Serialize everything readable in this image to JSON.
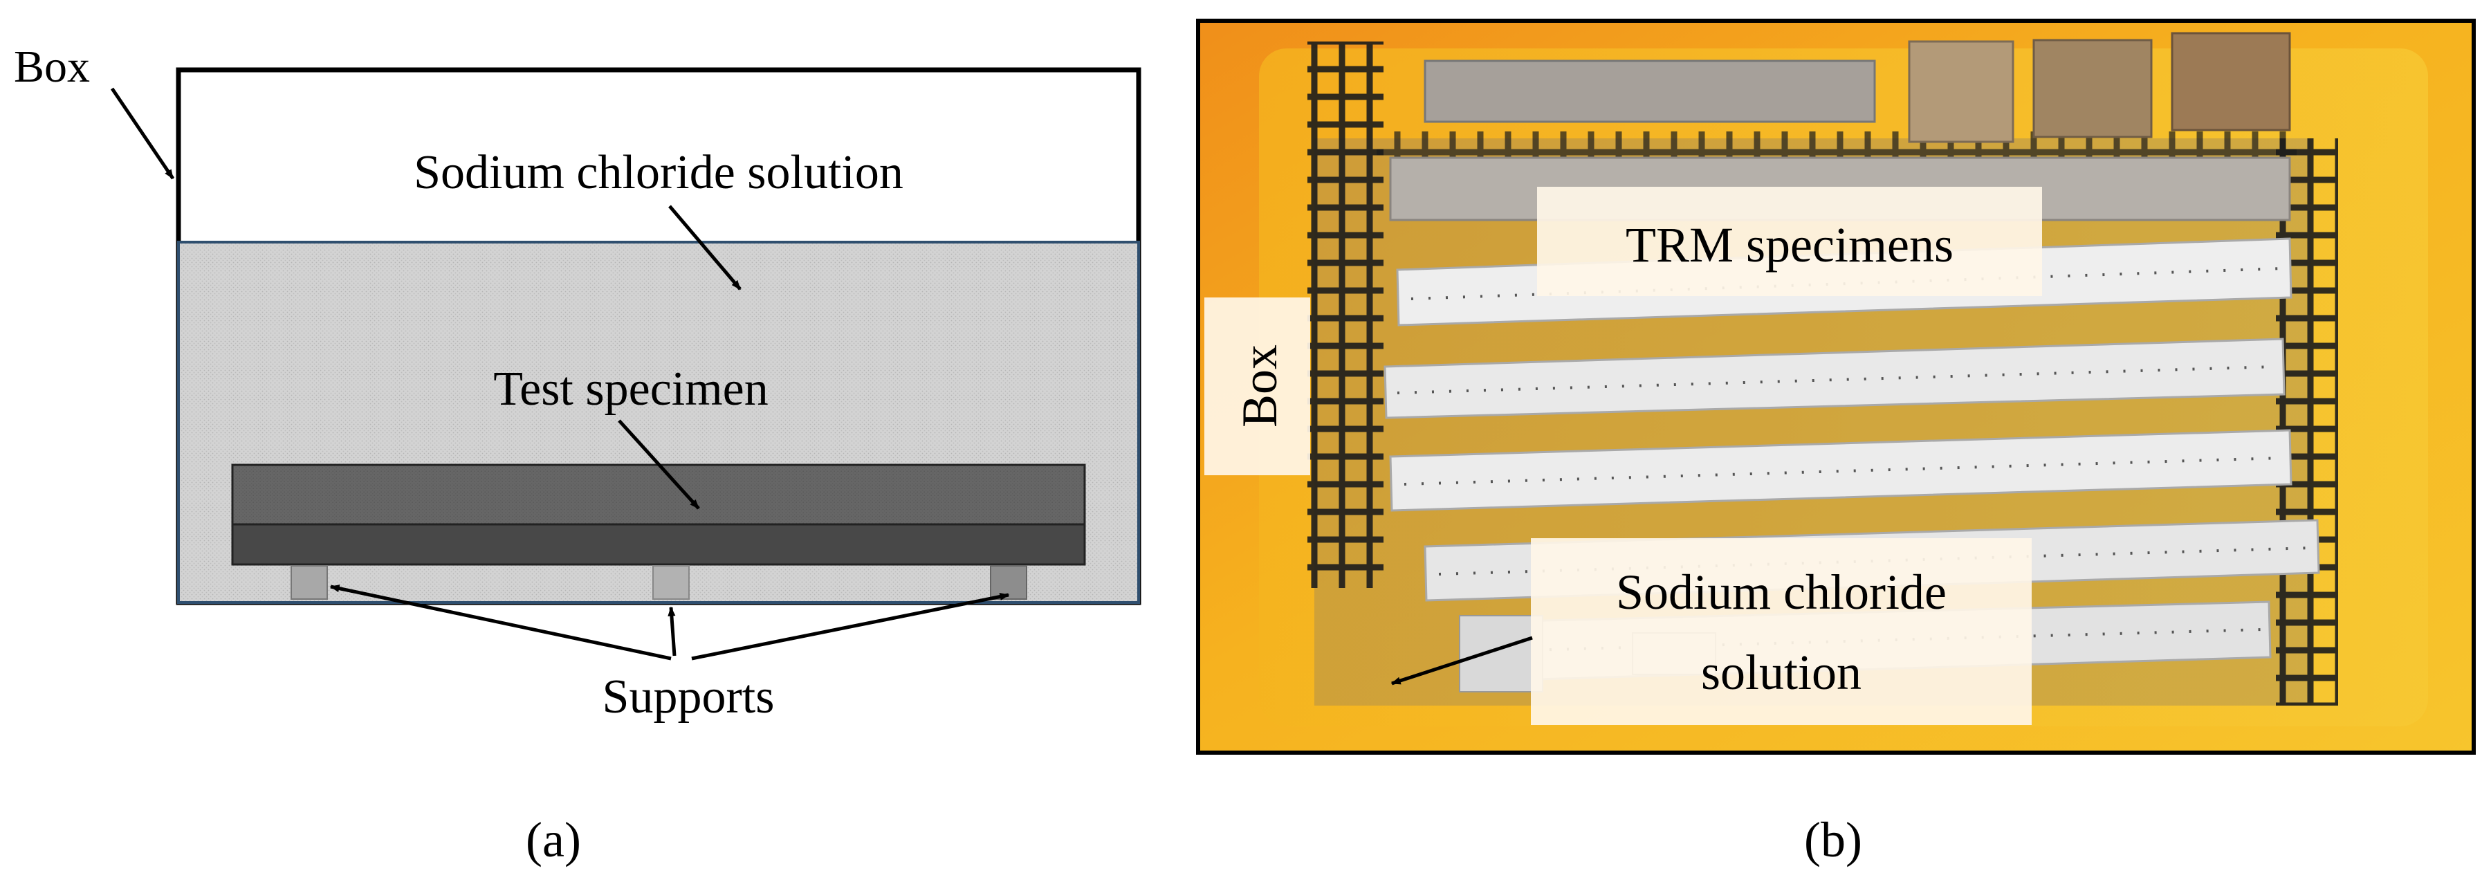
{
  "figure": {
    "panel_a": {
      "caption": "(a)",
      "labels": {
        "box": "Box",
        "solution": "Sodium chloride solution",
        "specimen": "Test specimen",
        "supports": "Supports"
      }
    },
    "panel_b": {
      "caption": "(b)",
      "labels": {
        "specimens": "TRM specimens",
        "box": "Box",
        "solution_line1": "Sodium chloride",
        "solution_line2": "solution"
      }
    }
  },
  "colors": {
    "solution_fill": "#cfcfcf",
    "solution_border": "#2f4f6f",
    "specimen_top": "#6b6b6b",
    "specimen_bottom": "#4a4a4a",
    "support_fill": "#9a9a9a",
    "tray_orange": "#f2a41f",
    "tray_yellow": "#f7c324",
    "mesh": "#1a1a1a",
    "specimen_white": "#f1f1f1",
    "label_box": "#fff6e8"
  }
}
